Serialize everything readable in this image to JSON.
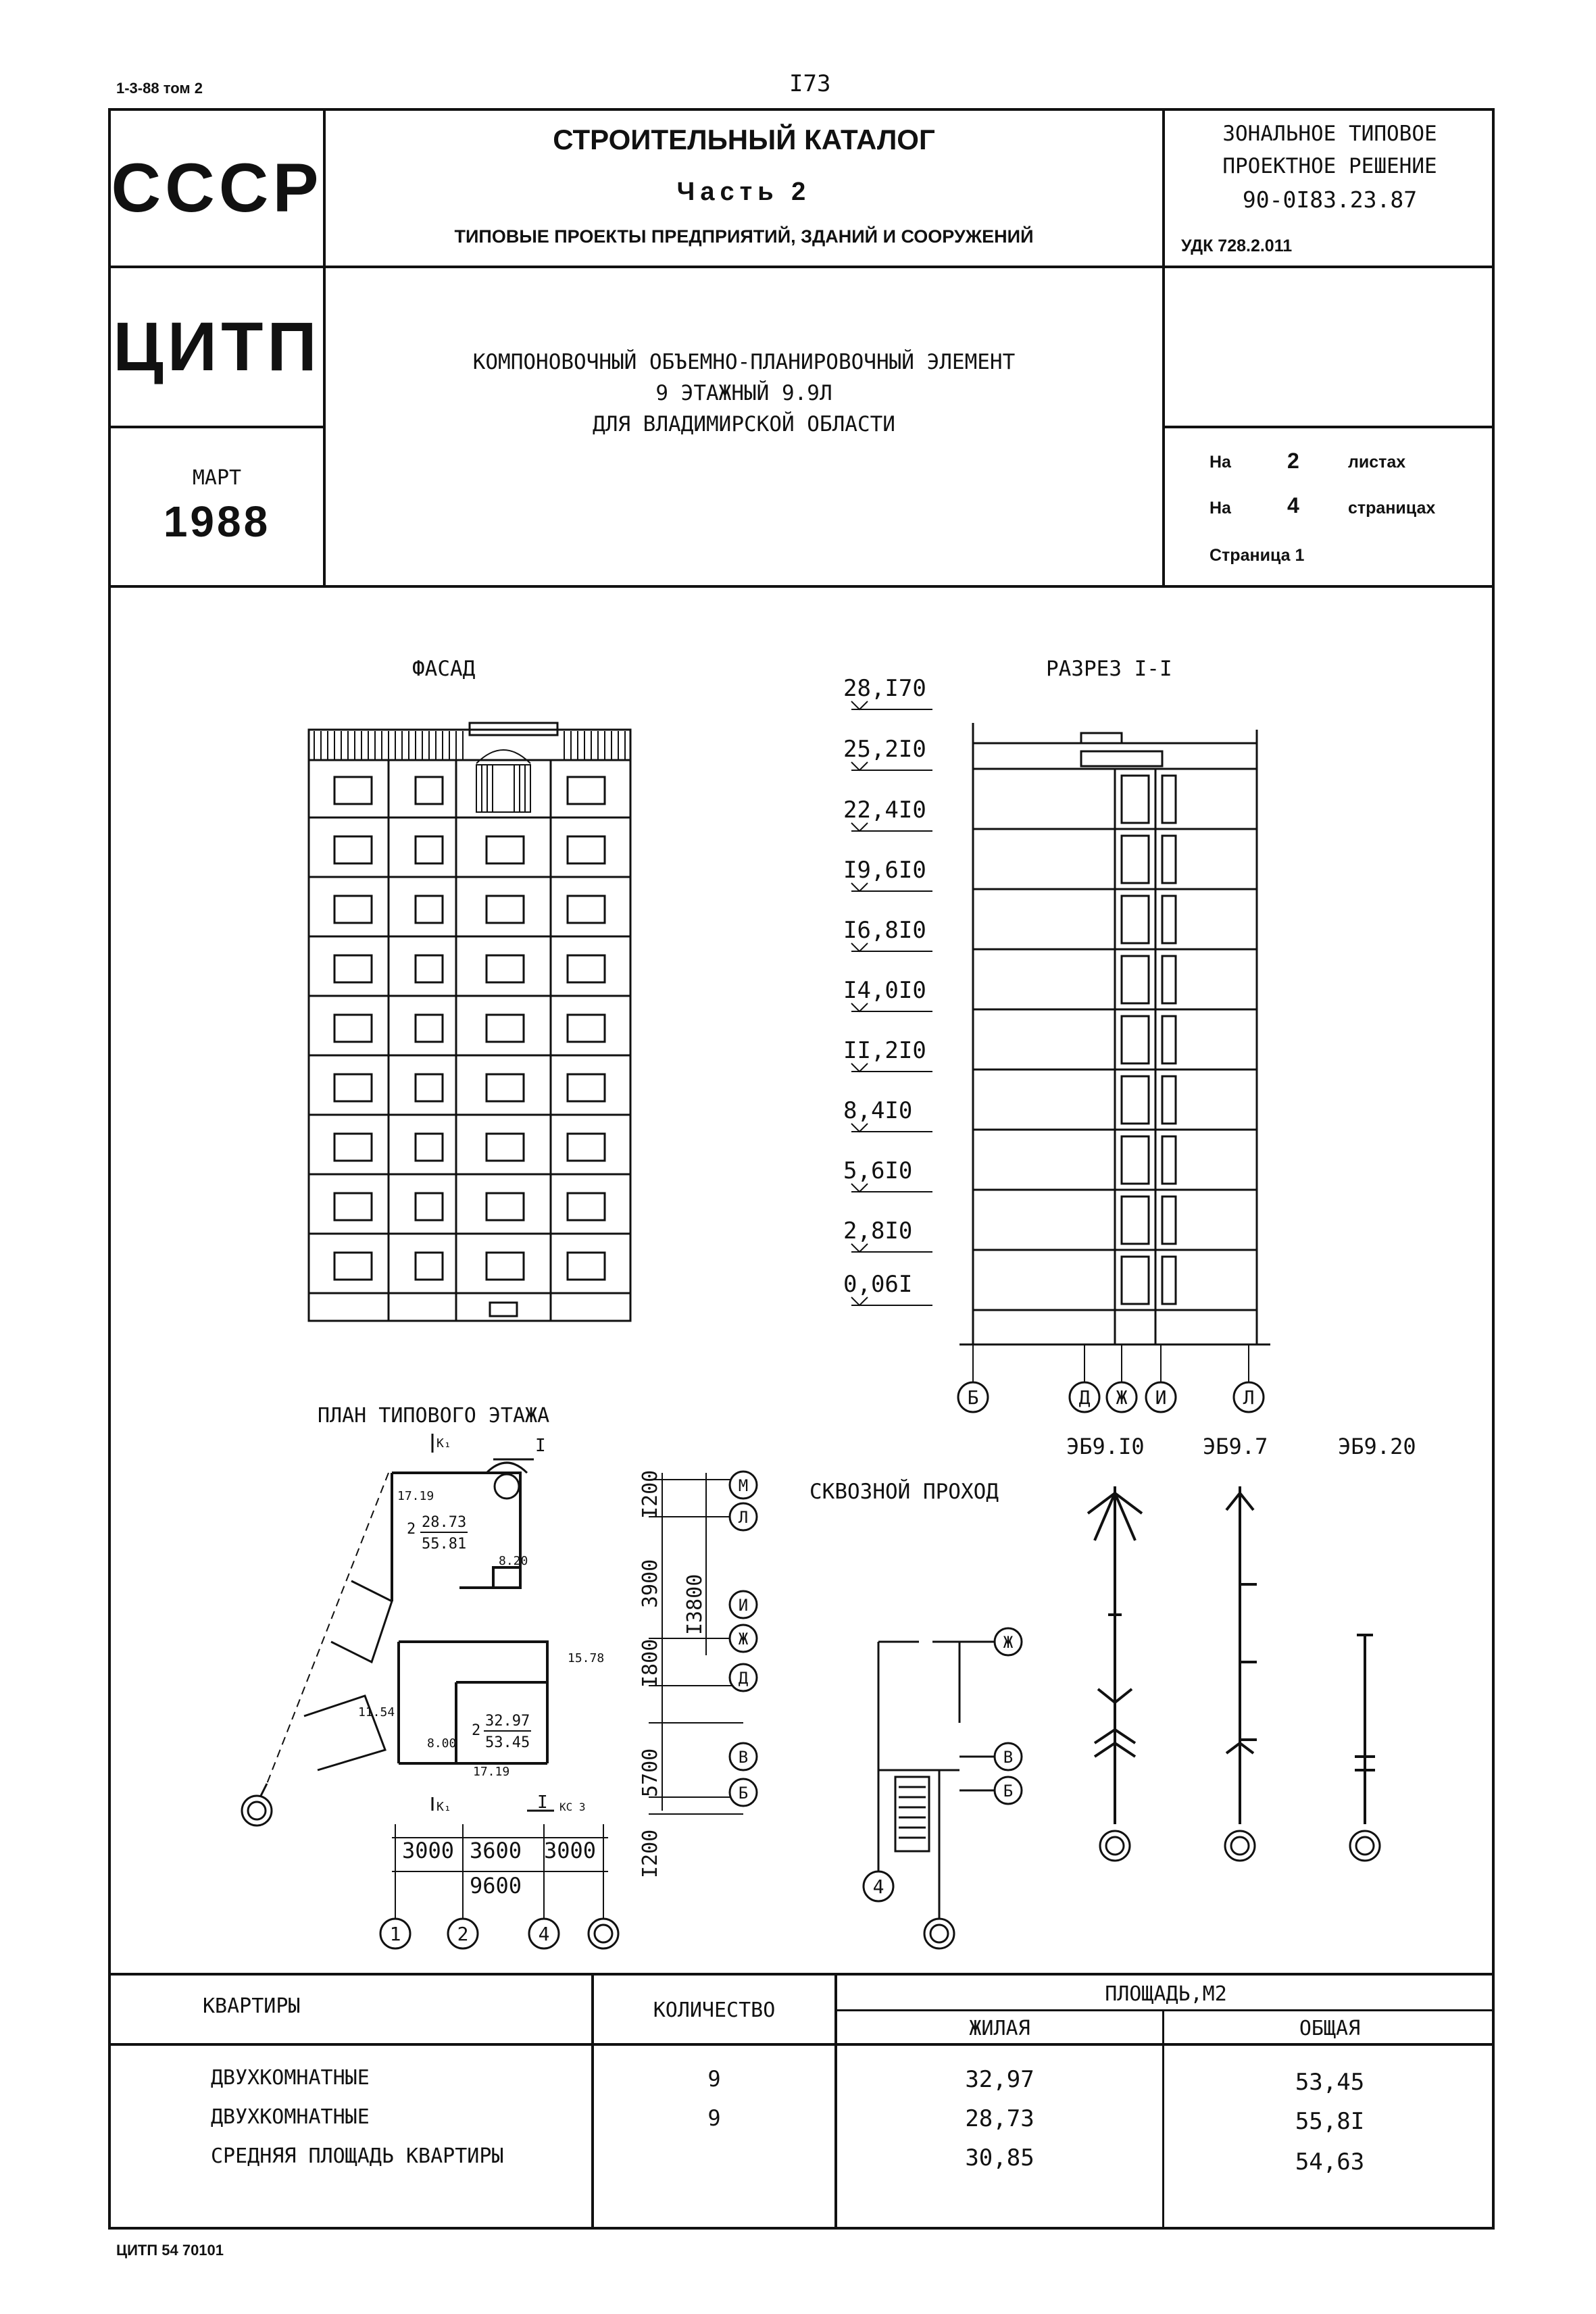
{
  "top": {
    "doc_ref": "1-3-88 том 2",
    "page_number": "I73"
  },
  "header": {
    "country": "СССР",
    "org": "ЦИТП",
    "month": "МАРТ",
    "year": "1988",
    "catalog_title": "СТРОИТЕЛЬНЫЙ КАТАЛОГ",
    "catalog_part": "Часть 2",
    "catalog_subtitle": "ТИПОВЫЕ ПРОЕКТЫ ПРЕДПРИЯТИЙ, ЗДАНИЙ И СООРУЖЕНИЙ",
    "solution_line1": "ЗОНАЛЬНОЕ ТИПОВОЕ",
    "solution_line2": "ПРОЕКТНОЕ РЕШЕНИЕ",
    "solution_code": "90-0I83.23.87",
    "udk": "УДК 728.2.011",
    "element_line1": "КОМПОНОВОЧНЫЙ ОБЪЕМНО-ПЛАНИРОВОЧНЫЙ ЭЛЕМЕНТ",
    "element_line2": "9 ЭТАЖНЫЙ 9.9Л",
    "element_line3": "ДЛЯ ВЛАДИМИРСКОЙ ОБЛАСТИ",
    "sheets_prefix": "На",
    "sheets_count": "2",
    "sheets_suffix": "листах",
    "pages_prefix": "На",
    "pages_count": "4",
    "pages_suffix": "страницах",
    "page_label": "Страница 1"
  },
  "drawings": {
    "facade_title": "ФАСАД",
    "section_title": "РАЗРЕЗ I-I",
    "levels": [
      "28,I70",
      "25,2I0",
      "22,4I0",
      "I9,6I0",
      "I6,8I0",
      "I4,0I0",
      "II,2I0",
      "8,4I0",
      "5,6I0",
      "2,8I0",
      "0,06I"
    ],
    "section_axes": [
      "Б",
      "Д",
      "Ж",
      "И",
      "Л"
    ],
    "plan_title": "ПЛАН ТИПОВОГО ЭТАЖА",
    "passage_title": "СКВОЗНОЙ ПРОХОД",
    "plan_dims_bottom": [
      "3000",
      "3600",
      "3000"
    ],
    "plan_total_dim": "9600",
    "plan_axes_bottom": [
      "1",
      "2",
      "4"
    ],
    "plan_side_dims": [
      "I200",
      "3900",
      "I800",
      "5700",
      "I200"
    ],
    "plan_side_total": "I3800",
    "plan_axes_right": [
      "М",
      "Л",
      "И",
      "Ж",
      "Д",
      "В",
      "Б"
    ],
    "plan_labels": {
      "cut_mark": "I",
      "k1_mark": "К₁",
      "aptA_count": "2",
      "aptA_living": "28.73",
      "aptA_total": "55.81",
      "aptA_area1": "17.19",
      "aptA_area2": "8.20",
      "aptB_count": "2",
      "aptB_living": "32.97",
      "aptB_total": "53.45",
      "aptB_area1": "8.00",
      "aptB_area2": "17.19",
      "aptB_area3": "15.78",
      "aptB_area4": "11.54",
      "ks_mark": "КС 3"
    },
    "passage_axes": [
      "Ж",
      "В",
      "Б",
      "4"
    ],
    "panels": [
      "ЭБ9.I0",
      "ЭБ9.7",
      "ЭБ9.20"
    ]
  },
  "table": {
    "col_apartments": "КВАРТИРЫ",
    "col_quantity": "КОЛИЧЕСТВО",
    "col_area": "ПЛОЩАДЬ,М2",
    "col_living": "ЖИЛАЯ",
    "col_total": "ОБЩАЯ",
    "rows": [
      {
        "name": "ДВУХКОМНАТНЫЕ",
        "qty": "9",
        "living": "32,97",
        "total": "53,45"
      },
      {
        "name": "ДВУХКОМНАТНЫЕ",
        "qty": "9",
        "living": "28,73",
        "total": "55,8I"
      },
      {
        "name": "СРЕДНЯЯ ПЛОЩАДЬ КВАРТИРЫ",
        "qty": "",
        "living": "30,85",
        "total": "54,63"
      }
    ]
  },
  "footer": {
    "code": "ЦИТП 54 70101"
  }
}
